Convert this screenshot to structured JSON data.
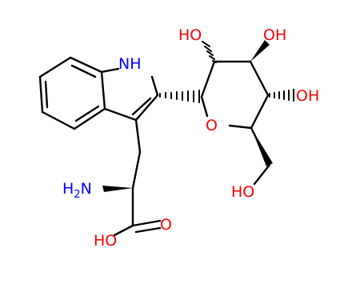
{
  "molecule": {
    "atom_labels": {
      "nh": "NH",
      "ring_o": "O",
      "ho_left": "HO",
      "oh_top": "OH",
      "oh_right": "OH",
      "ho_bottom": "HO",
      "h2n_h": "H",
      "h2n_sub": "2",
      "h2n_n": "N",
      "acid_o": "O",
      "acid_ho": "HO"
    },
    "colors": {
      "bond": "#000000",
      "oxygen": "#ff0000",
      "nitrogen": "#0000ff",
      "carbon_text": "#000000"
    }
  }
}
